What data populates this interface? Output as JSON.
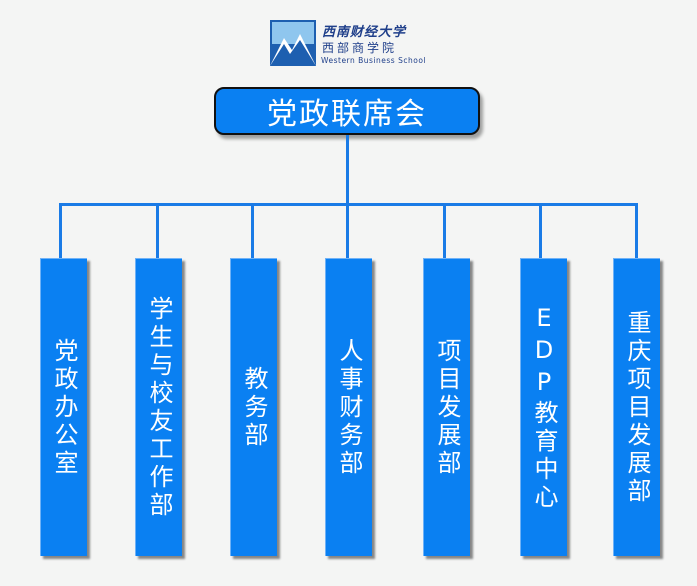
{
  "logo": {
    "name_cn": "西南财经大学",
    "school_cn": "西部商学院",
    "school_en": "Western Business School"
  },
  "top": {
    "label": "党政联席会"
  },
  "departments": [
    {
      "label": "党政办公室"
    },
    {
      "label": "学生与校友工作部"
    },
    {
      "label": "教务部"
    },
    {
      "label": "人事财务部"
    },
    {
      "label": "项目发展部"
    },
    {
      "label": "EDP教育中心"
    },
    {
      "label": "重庆项目发展部"
    }
  ],
  "colors": {
    "box": "#0a80f2",
    "line": "#1a7be6",
    "logo_text": "#1f3f8a"
  }
}
